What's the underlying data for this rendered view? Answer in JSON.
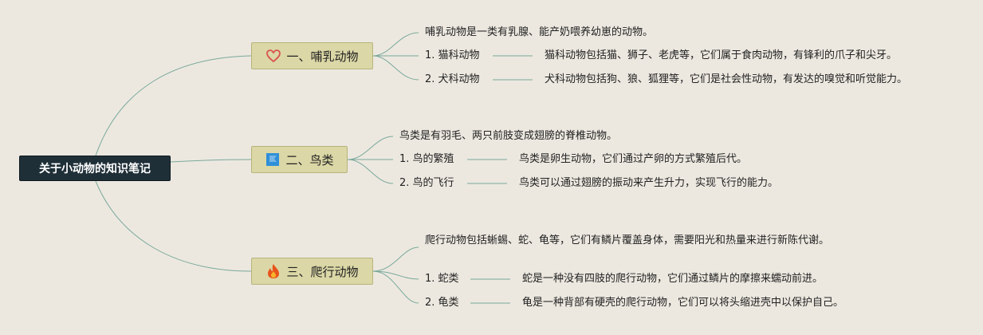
{
  "root": {
    "label": "关于小动物的知识笔记"
  },
  "branches": [
    {
      "label": "一、哺乳动物",
      "icon": "heart-icon",
      "description": "哺乳动物是一类有乳腺、能产奶喂养幼崽的动物。",
      "items": [
        {
          "label": "1. 猫科动物",
          "detail": "猫科动物包括猫、狮子、老虎等，它们属于食肉动物，有锋利的爪子和尖牙。"
        },
        {
          "label": "2. 犬科动物",
          "detail": "犬科动物包括狗、狼、狐狸等，它们是社会性动物，有发达的嗅觉和听觉能力。"
        }
      ]
    },
    {
      "label": "二、鸟类",
      "icon": "flag-icon",
      "description": "鸟类是有羽毛、两只前肢变成翅膀的脊椎动物。",
      "items": [
        {
          "label": "1. 鸟的繁殖",
          "detail": "鸟类是卵生动物，它们通过产卵的方式繁殖后代。"
        },
        {
          "label": "2. 鸟的飞行",
          "detail": "鸟类可以通过翅膀的振动来产生升力，实现飞行的能力。"
        }
      ]
    },
    {
      "label": "三、爬行动物",
      "icon": "fire-icon",
      "description": "爬行动物包括蜥蜴、蛇、龟等，它们有鳞片覆盖身体，需要阳光和热量来进行新陈代谢。",
      "items": [
        {
          "label": "1. 蛇类",
          "detail": "蛇是一种没有四肢的爬行动物，它们通过鳞片的摩擦来蠕动前进。"
        },
        {
          "label": "2. 龟类",
          "detail": "龟是一种背部有硬壳的爬行动物，它们可以将头缩进壳中以保护自己。"
        }
      ]
    }
  ],
  "colors": {
    "background": "#ece8e0",
    "root_fill": "#1f2f38",
    "branch_fill": "#dbd7a6",
    "connector": "#7aa89a",
    "heart": "#d9534f",
    "flag": "#2f8fd8",
    "fire": "#e8541c"
  }
}
